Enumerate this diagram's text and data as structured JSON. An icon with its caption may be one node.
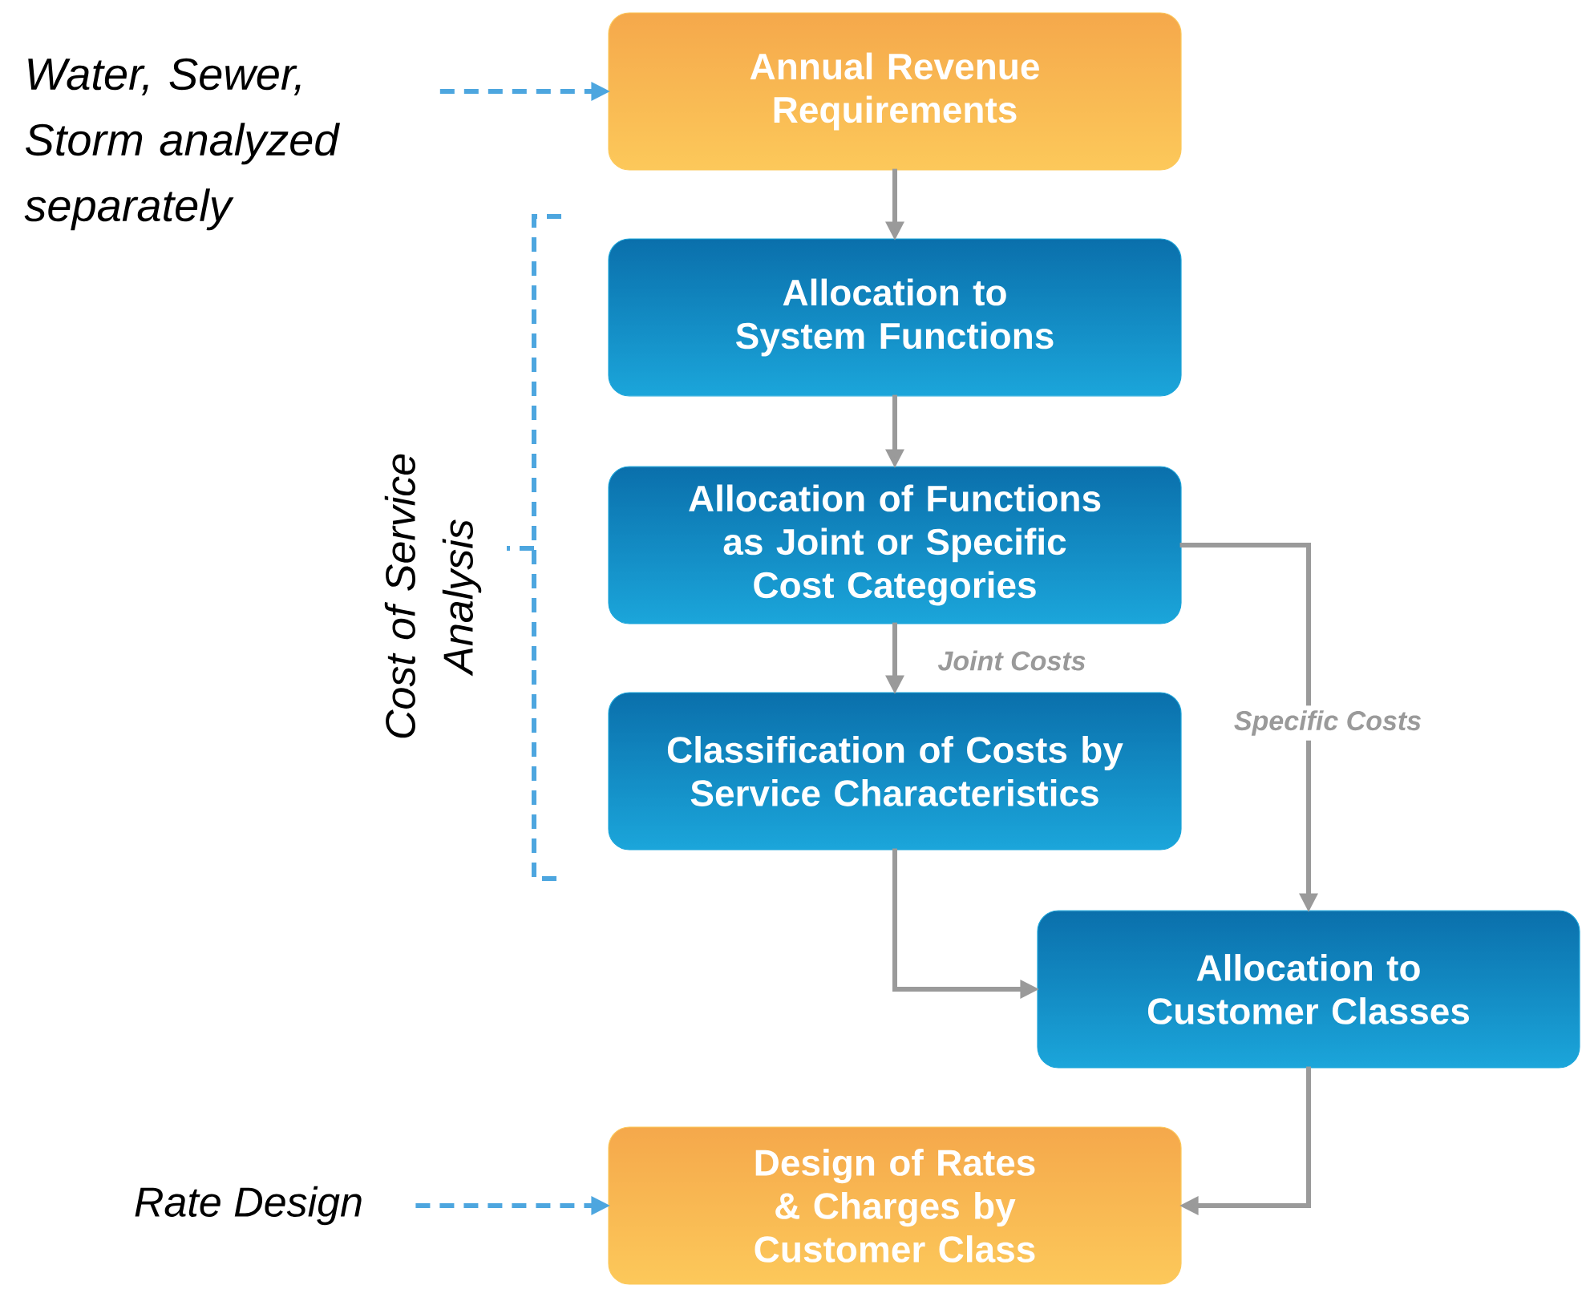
{
  "diagram": {
    "nodes": [
      {
        "text": [
          "Water, Sewer, Storm analyzed separately"
        ]
      },
      {
        "text": [
          "Annual Revenue Requirements"
        ]
      },
      {
        "text": [
          "Allocation to System Functions"
        ]
      },
      {
        "text": [
          "Allocation of Functions as Joint or Specific Cost Categories"
        ]
      },
      {
        "text": [
          "Classification of Costs by Service Characteristics"
        ]
      },
      {
        "text": [
          "Allocation to Customer Classes"
        ]
      },
      {
        "text": [
          "Rate Design"
        ]
      },
      {
        "text": [
          "Design of Rates & Charges by Customer Class"
        ]
      }
    ],
    "edges": [
      {
        "from": 0,
        "to": 1,
        "arrow": "to",
        "style": "dashed",
        "color": "#4da6df"
      },
      {
        "from": 1,
        "to": 2,
        "arrow": "to"
      },
      {
        "from": 2,
        "to": 3,
        "arrow": "to"
      },
      {
        "from": 3,
        "to": 4,
        "arrow": "to",
        "label": "Joint Costs"
      },
      {
        "from": 3,
        "to": 5,
        "arrow": "to",
        "label": "Specific Costs"
      },
      {
        "from": 4,
        "to": 5,
        "arrow": "to"
      },
      {
        "from": 5,
        "to": 7,
        "arrow": "to"
      },
      {
        "from": 6,
        "to": 7,
        "arrow": "to",
        "style": "dashed",
        "color": "#4da6df"
      }
    ],
    "labels": [
      "Cost of Service Analysis"
    ]
  }
}
